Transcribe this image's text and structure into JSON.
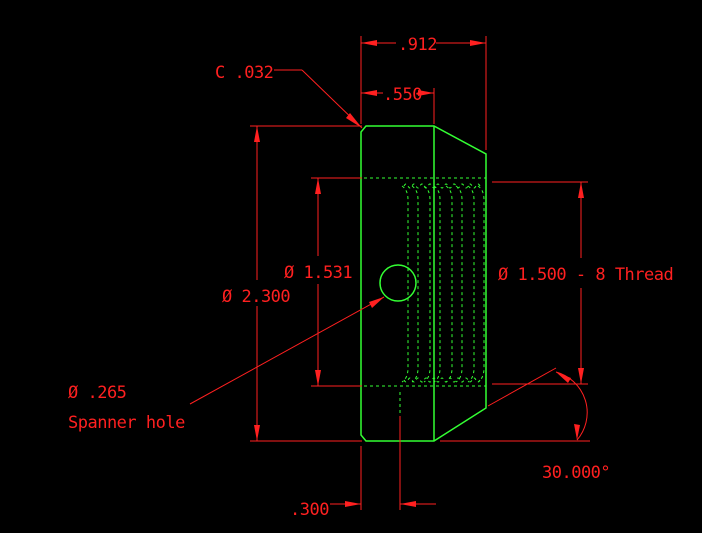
{
  "drawing": {
    "line_colors": {
      "part": "#33ff33",
      "dimension": "#ff2020",
      "background": "#000000"
    },
    "dimensions": {
      "overall_length": ".912",
      "head_length": ".550",
      "chamfer": "C .032",
      "outer_diameter": "Ø 2.300",
      "bore_diameter": "Ø 1.531",
      "thread": "Ø 1.500 - 8 Thread",
      "spanner_hole_dia": "Ø .265",
      "spanner_hole_label": "Spanner hole",
      "hole_offset": ".300",
      "taper_angle": "30.000°"
    }
  }
}
